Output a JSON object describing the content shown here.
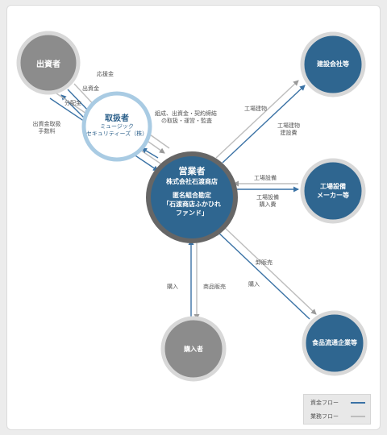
{
  "colors": {
    "blue_node": "#2f6690",
    "gray_node": "#8c8c8c",
    "center_ring": "#666666",
    "fund_line": "#3a72a5",
    "business_line": "#bdbdbd",
    "label_text": "#555555"
  },
  "nodes": {
    "shusshisha": "出資者",
    "kensetsu": "建設会社等",
    "toriatsukai": {
      "name": "取扱者",
      "sub1": "ミュージック",
      "sub2": "セキュリティーズ（株）"
    },
    "eigyosha": {
      "title": "営業者",
      "company": "株式会社石渡商店",
      "fund1": "匿名組合勘定",
      "fund2": "「石渡商店ふかひれ",
      "fund3": "ファンド」"
    },
    "kojo_setsubi": {
      "line1": "工場設備",
      "line2": "メーカー等"
    },
    "konyusha": "購入者",
    "shokuhin": "食品流通企業等"
  },
  "labels": {
    "oenkin": "応援金",
    "shusshikin": "出資金",
    "bunpaikin": "分配金",
    "tesuryo1": "出資金取扱",
    "tesuryo2": "手数料",
    "kumiai1": "組成、出資金・契約締結",
    "kumiai2": "の取扱・運営・監査",
    "kojo_tatemono": "工場建物",
    "kensetsuhi1": "工場建物",
    "kensetsuhi2": "建設費",
    "kojo_setsubi_flow": "工場設備",
    "setsubi_konyu1": "工場設備",
    "setsubi_konyu2": "購入費",
    "oroshi": "卸販売",
    "konyu_right": "購入",
    "konyu_left": "購入",
    "shohin_hanbai": "商品販売"
  },
  "legend": {
    "fund_flow": "資金フロー",
    "business_flow": "業務フロー"
  }
}
